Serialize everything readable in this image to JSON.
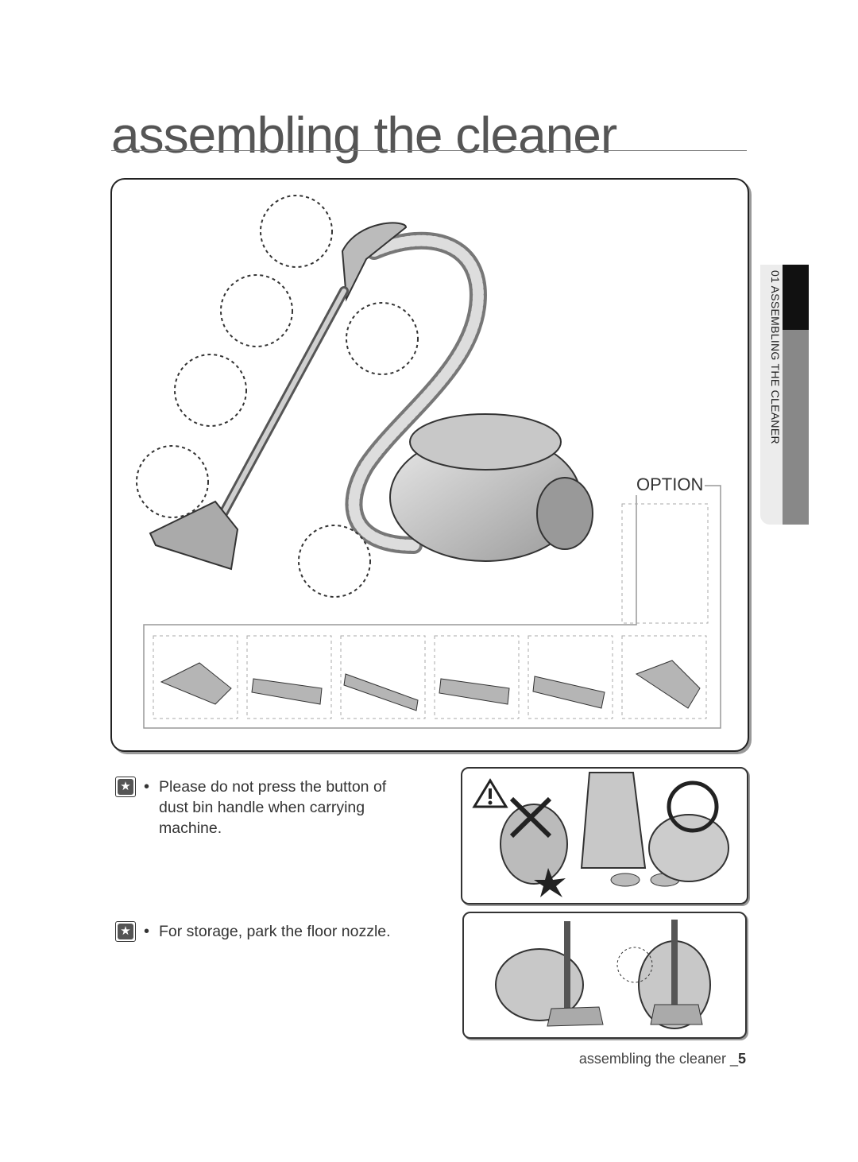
{
  "page": {
    "title": "assembling the cleaner",
    "footer_text": "assembling the cleaner _",
    "footer_page": "5"
  },
  "side_tab": {
    "label": "01  ASSEMBLING THE CLEANER"
  },
  "main_panel": {
    "option_label": "OPTION",
    "illustration": "vacuum-cleaner-assembly",
    "nozzle_options": [
      "nozzle-1",
      "nozzle-2",
      "nozzle-3",
      "nozzle-4",
      "nozzle-5",
      "nozzle-6"
    ]
  },
  "notes": [
    {
      "icon": "star-note-icon",
      "bullet": "•",
      "text": "Please do not press the button of dust bin handle when carrying machine."
    },
    {
      "icon": "star-note-icon",
      "bullet": "•",
      "text": "For storage, park the floor nozzle."
    }
  ],
  "colors": {
    "outline": "#222222",
    "tab_dark": "#111111",
    "tab_grey": "#888888"
  }
}
